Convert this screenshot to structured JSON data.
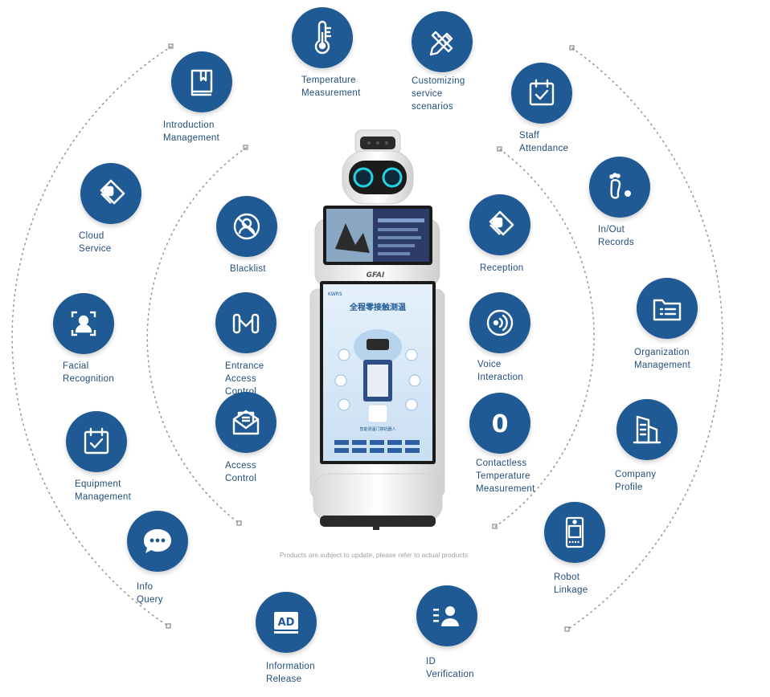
{
  "features": [
    {
      "id": "temperature-measurement",
      "label": "Temperature\nMeasurement",
      "icon": "thermometer-icon"
    },
    {
      "id": "customizing-service-scenarios",
      "label": "Customizing\nservice scenarios",
      "icon": "pencil-ruler-icon"
    },
    {
      "id": "introduction-management",
      "label": "Introduction\nManagement",
      "icon": "book-icon"
    },
    {
      "id": "staff-attendance",
      "label": "Staff Attendance",
      "icon": "calendar-check-icon"
    },
    {
      "id": "cloud-service",
      "label": "Cloud Service",
      "icon": "cloud-tag-icon"
    },
    {
      "id": "blacklist",
      "label": "Blacklist",
      "icon": "blocked-person-icon"
    },
    {
      "id": "in-out-records",
      "label": "In/Out Records",
      "icon": "footprint-icon"
    },
    {
      "id": "reception",
      "label": "Reception",
      "icon": "reception-tag-icon"
    },
    {
      "id": "facial-recognition",
      "label": "Facial\nRecognition",
      "icon": "face-scan-icon"
    },
    {
      "id": "entrance-access-control",
      "label": "Entrance\nAccess Control",
      "icon": "turnstile-icon"
    },
    {
      "id": "voice-interaction",
      "label": "Voice Interaction",
      "icon": "sound-wave-icon"
    },
    {
      "id": "organization-management",
      "label": "Organization\nManagement",
      "icon": "folder-list-icon"
    },
    {
      "id": "access-control",
      "label": "Access\nControl",
      "icon": "envelope-icon"
    },
    {
      "id": "contactless-temperature-measurement",
      "label": "Contactless\nTemperature\nMeasurement",
      "icon": "zero-icon"
    },
    {
      "id": "equipment-management",
      "label": "Equipment\nManagement",
      "icon": "calendar-check-icon"
    },
    {
      "id": "company-profile",
      "label": "Company\nProfile",
      "icon": "building-icon"
    },
    {
      "id": "info-query",
      "label": "Info Query",
      "icon": "chat-bubble-icon"
    },
    {
      "id": "robot-linkage",
      "label": "Robot\nLinkage",
      "icon": "device-icon"
    },
    {
      "id": "information-release",
      "label": "Information\nRelease",
      "icon": "ad-icon"
    },
    {
      "id": "id-verification",
      "label": "ID Verification",
      "icon": "id-card-icon"
    }
  ],
  "robot": {
    "brand": "GFAI",
    "screen_logo": "KWRS",
    "screen_title": "全程零接触测温",
    "screen_caption": "智能测温门禁机器人"
  },
  "note": "Products are subject to update, please refer to actual products",
  "colors": {
    "accent": "#1f5a94",
    "label": "#1f4d7a",
    "arc": "#9a9a9a"
  }
}
